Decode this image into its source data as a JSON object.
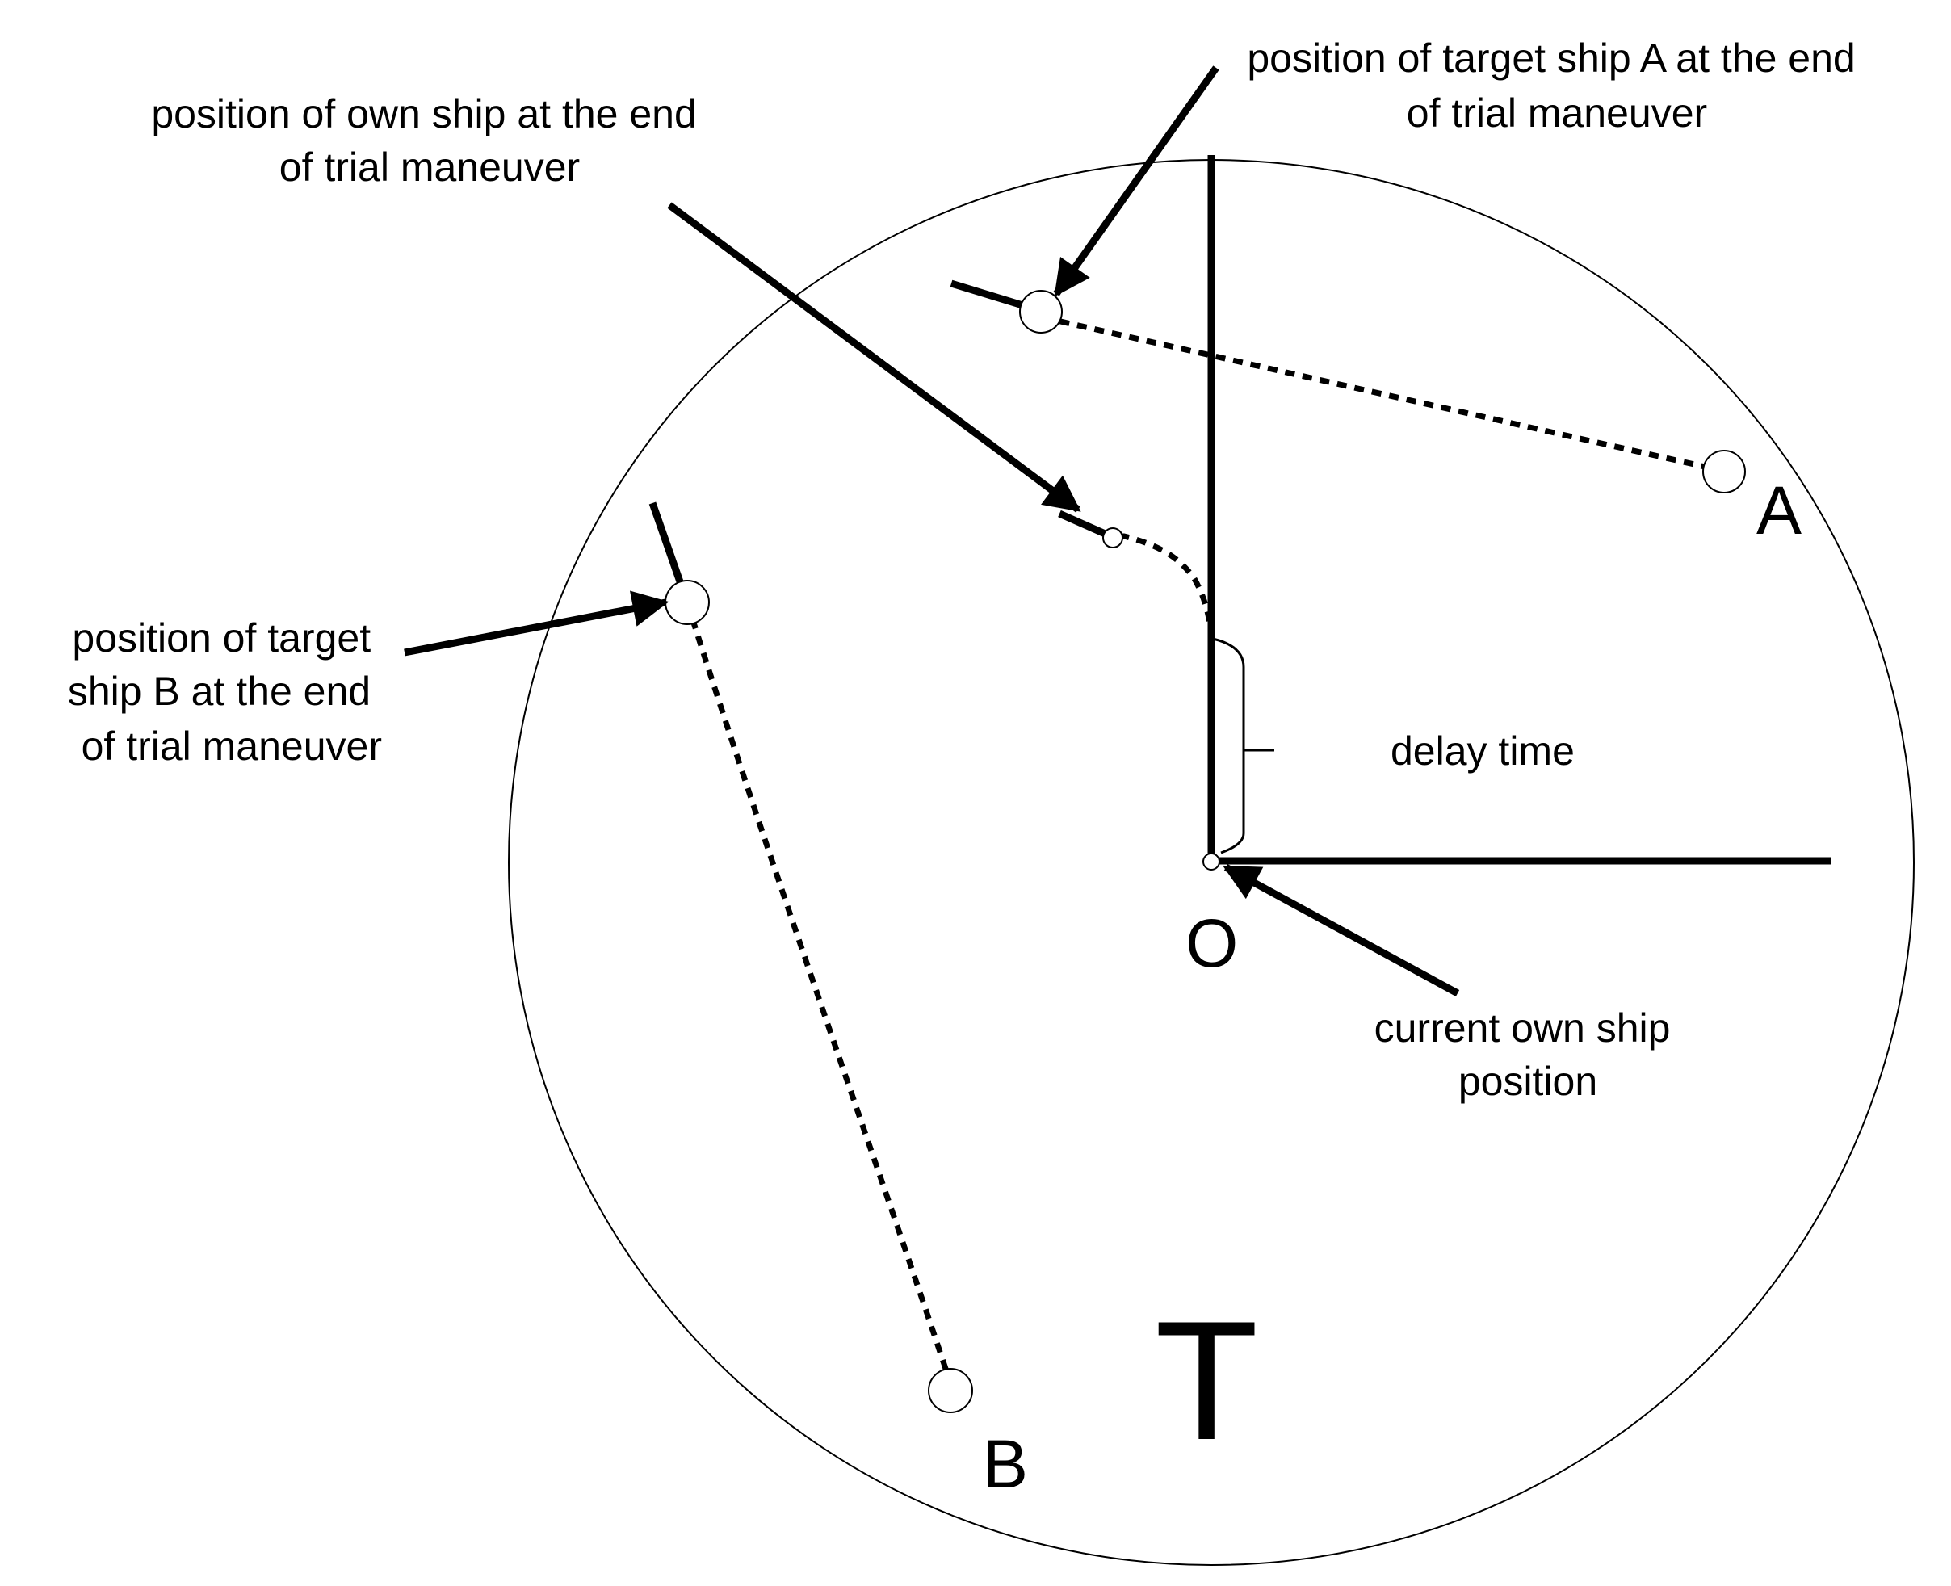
{
  "labels": {
    "own_ship_end": [
      "position of own ship at the end",
      "of trial maneuver"
    ],
    "target_a_end": [
      "position of target ship A at the end",
      "of trial maneuver"
    ],
    "target_b_end": [
      "position of target",
      "ship B at the end",
      "of trial maneuver"
    ],
    "delay_time": "delay time",
    "current_own_ship": [
      "current own ship",
      "position"
    ],
    "point_a": "A",
    "point_b": "B",
    "point_o": "O",
    "symbol_t": "T"
  }
}
